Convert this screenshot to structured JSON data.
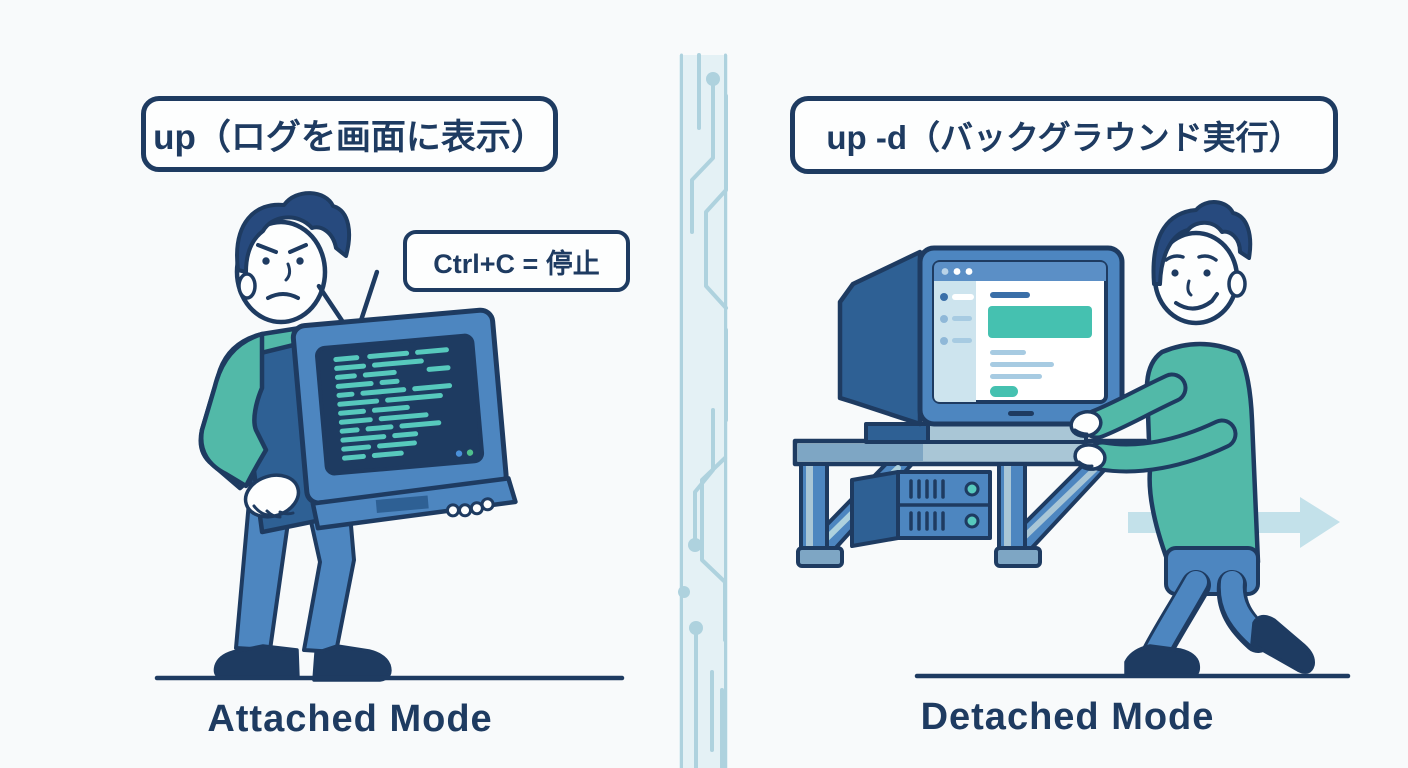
{
  "left_panel": {
    "title": "up（ログを画面に表示）",
    "callout_label": "Ctrl+C = 停止",
    "mode_label": "Attached Mode"
  },
  "right_panel": {
    "title": "up -d（バックグラウンド実行）",
    "mode_label": "Detached Mode"
  },
  "colors": {
    "navy": "#1e3b61",
    "hair-navy": "#274a7e",
    "monitor-blue": "#4d86c0",
    "monitor-dark": "#2e6094",
    "screen-navy": "#1e3b61",
    "code-teal": "#57c9bd",
    "shirt-teal": "#52b9a8",
    "pants-blue": "#4d86c0",
    "shelf-light": "#a9c6d6",
    "shelf-mid": "#7ea6c4",
    "gui-bar-blue": "#5b8fc6",
    "gui-sidebar": "#cde4ee",
    "gui-line-blue": "#a7cbe2",
    "gui-accent-blue": "#3a6fa8",
    "gui-teal": "#45c1b0",
    "arrow-blue": "#c3e1ea",
    "divider-bg": "#e4f1f5",
    "divider-trace": "#aed2de",
    "background": "#f8fafb",
    "white": "#fdfefe"
  }
}
